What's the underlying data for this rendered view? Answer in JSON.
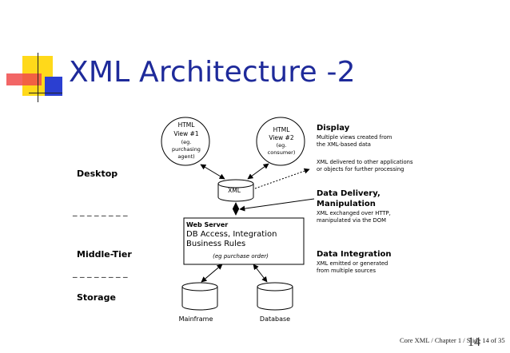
{
  "title": "XML Architecture -2",
  "accent_colors": {
    "title": "#1e2a9a",
    "yellow": "#ffd91a",
    "red": "#f04b4b",
    "blue": "#2b3fd1"
  },
  "tiers": {
    "desktop": "Desktop",
    "middle": "Middle-Tier",
    "storage": "Storage"
  },
  "tier_separator": "_ _ _ _ _ _ _ _",
  "views": {
    "view1": [
      "HTML",
      "View #1",
      "(eg.",
      "purchasing",
      "agent)"
    ],
    "view2": [
      "HTML",
      "View #2",
      "(eg.",
      "consumer)"
    ]
  },
  "xml_store": "XML",
  "web_server": {
    "heading": "Web Server",
    "line1": "DB Access, Integration",
    "line2": "Business Rules",
    "note": "(eg purchase order)"
  },
  "databases": {
    "mainframe": "Mainframe",
    "database": "Database"
  },
  "annotations": {
    "display": {
      "heading": "Display",
      "line1": "Multiple views created from",
      "line2": "the XML-based data",
      "line3": "XML delivered to other applications",
      "line4": "or objects for further processing"
    },
    "delivery": {
      "heading1": "Data Delivery,",
      "heading2": "Manipulation",
      "line1": "XML exchanged over HTTP,",
      "line2": "manipulated via the DOM"
    },
    "integration": {
      "heading": "Data Integration",
      "line1": "XML emitted or generated",
      "line2": "from multiple sources"
    }
  },
  "footer": "Core XML / Chapter 1 / Slide 14 of 35",
  "slide_number": "14"
}
